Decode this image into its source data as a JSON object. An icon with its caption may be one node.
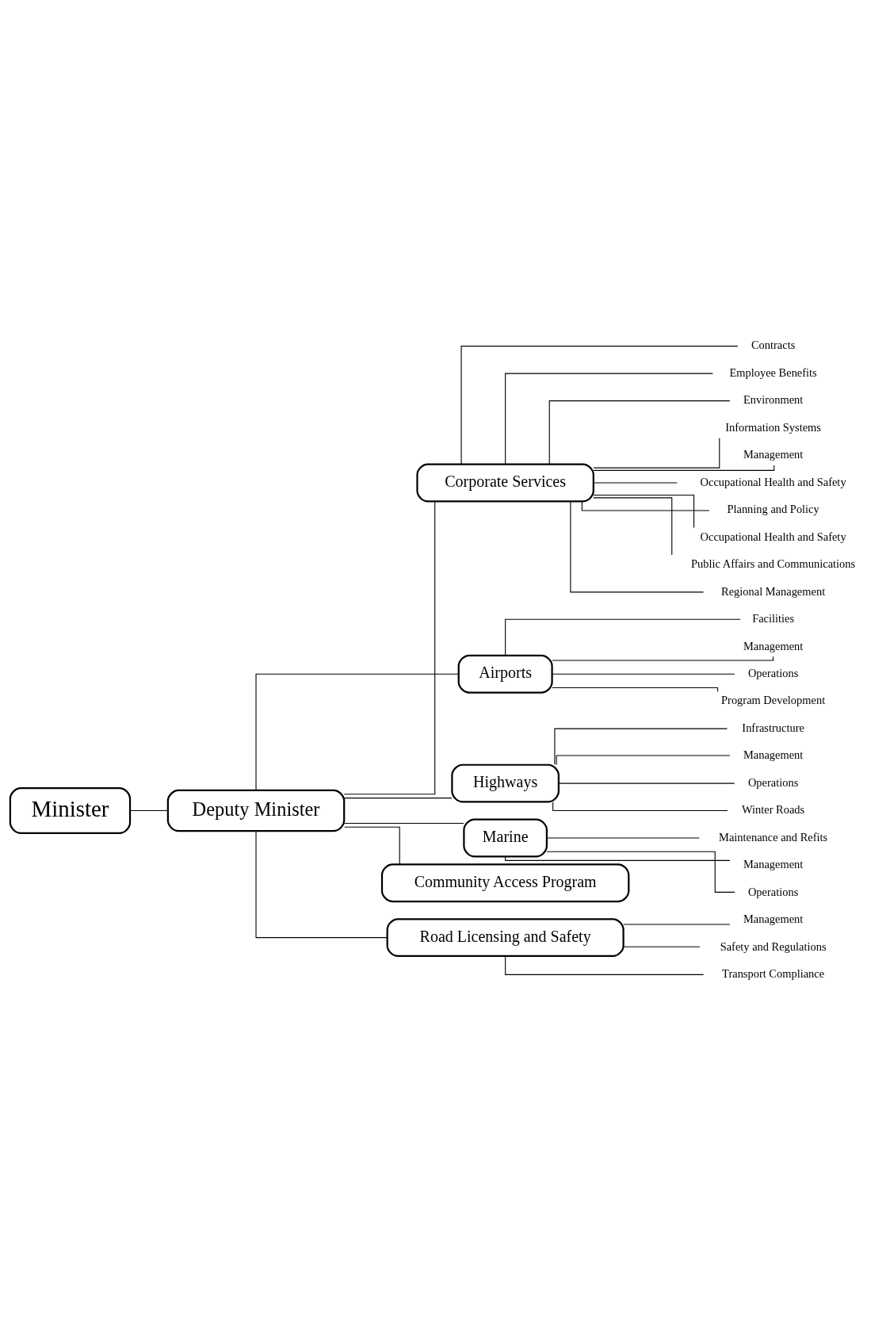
{
  "diagram": {
    "nodes": [
      {
        "text": [
          "Minister"
        ]
      },
      {
        "text": [
          "Deputy Minister"
        ]
      },
      {
        "text": [
          "Corporate Services"
        ]
      },
      {
        "text": [
          "Contracts"
        ]
      },
      {
        "text": [
          "Employee Benefits"
        ]
      },
      {
        "text": [
          "Environment"
        ]
      },
      {
        "text": [
          "Information Systems"
        ]
      },
      {
        "text": [
          "Management"
        ]
      },
      {
        "text": [
          "Occupational Health and Safety"
        ]
      },
      {
        "text": [
          "Planning and Policy"
        ]
      },
      {
        "text": [
          "Occupational Health and Safety"
        ]
      },
      {
        "text": [
          "Public Affairs and Communications"
        ]
      },
      {
        "text": [
          "Regional Management"
        ]
      },
      {
        "text": [
          "Airports"
        ]
      },
      {
        "text": [
          "Facilities"
        ]
      },
      {
        "text": [
          "Management"
        ]
      },
      {
        "text": [
          "Operations"
        ]
      },
      {
        "text": [
          "Program Development"
        ]
      },
      {
        "text": [
          "Highways"
        ]
      },
      {
        "text": [
          "Infrastructure"
        ]
      },
      {
        "text": [
          "Management"
        ]
      },
      {
        "text": [
          "Operations"
        ]
      },
      {
        "text": [
          "Winter Roads"
        ]
      },
      {
        "text": [
          "Marine"
        ]
      },
      {
        "text": [
          "Maintenance and Refits"
        ]
      },
      {
        "text": [
          "Management"
        ]
      },
      {
        "text": [
          "Operations"
        ]
      },
      {
        "text": [
          "Community Access Program"
        ]
      },
      {
        "text": [
          "Road Licensing and Safety"
        ]
      },
      {
        "text": [
          "Management"
        ]
      },
      {
        "text": [
          "Safety and Regulations"
        ]
      },
      {
        "text": [
          "Transport Compliance"
        ]
      }
    ],
    "edges": [
      {
        "from": 0,
        "to": 1,
        "arrow": "none"
      },
      {
        "from": 1,
        "to": 2,
        "arrow": "none"
      },
      {
        "from": 1,
        "to": 13,
        "arrow": "none"
      },
      {
        "from": 1,
        "to": 18,
        "arrow": "none"
      },
      {
        "from": 1,
        "to": 23,
        "arrow": "none"
      },
      {
        "from": 1,
        "to": 27,
        "arrow": "none"
      },
      {
        "from": 1,
        "to": 28,
        "arrow": "none"
      },
      {
        "from": 2,
        "to": 3,
        "arrow": "none"
      },
      {
        "from": 2,
        "to": 4,
        "arrow": "none"
      },
      {
        "from": 2,
        "to": 5,
        "arrow": "none"
      },
      {
        "from": 2,
        "to": 6,
        "arrow": "none"
      },
      {
        "from": 2,
        "to": 7,
        "arrow": "none"
      },
      {
        "from": 2,
        "to": 8,
        "arrow": "none"
      },
      {
        "from": 2,
        "to": 9,
        "arrow": "none"
      },
      {
        "from": 2,
        "to": 10,
        "arrow": "none"
      },
      {
        "from": 2,
        "to": 11,
        "arrow": "none"
      },
      {
        "from": 2,
        "to": 12,
        "arrow": "none"
      },
      {
        "from": 13,
        "to": 14,
        "arrow": "none"
      },
      {
        "from": 13,
        "to": 15,
        "arrow": "none"
      },
      {
        "from": 13,
        "to": 16,
        "arrow": "none"
      },
      {
        "from": 13,
        "to": 17,
        "arrow": "none"
      },
      {
        "from": 18,
        "to": 19,
        "arrow": "none"
      },
      {
        "from": 18,
        "to": 20,
        "arrow": "none"
      },
      {
        "from": 18,
        "to": 21,
        "arrow": "none"
      },
      {
        "from": 18,
        "to": 22,
        "arrow": "none"
      },
      {
        "from": 23,
        "to": 24,
        "arrow": "none"
      },
      {
        "from": 23,
        "to": 25,
        "arrow": "none"
      },
      {
        "from": 23,
        "to": 26,
        "arrow": "none"
      },
      {
        "from": 28,
        "to": 29,
        "arrow": "none"
      },
      {
        "from": 28,
        "to": 30,
        "arrow": "none"
      },
      {
        "from": 28,
        "to": 31,
        "arrow": "none"
      }
    ]
  }
}
